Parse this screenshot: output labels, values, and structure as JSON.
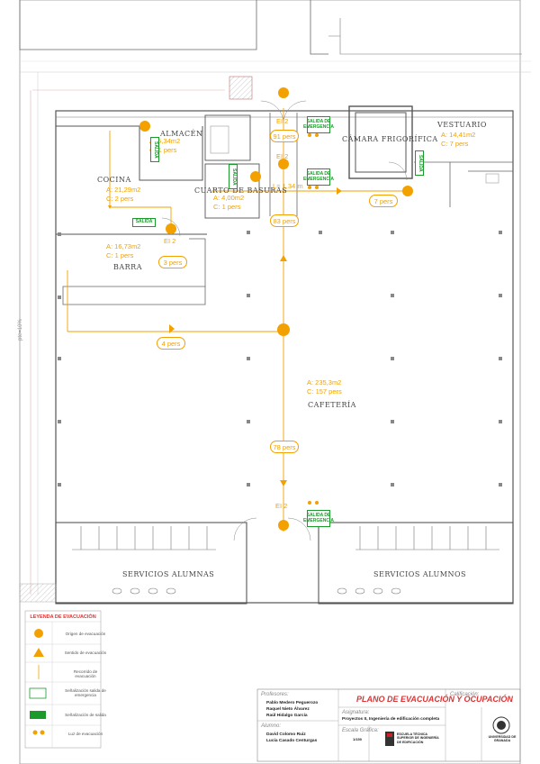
{
  "rooms": {
    "almacen": "ALMACÉN",
    "cocina": "COCINA",
    "cuarto_basuras": "CUARTO DE BASURAS",
    "camara": "CÁMARA FRIGORÍFICA",
    "vestuario": "VESTUARIO",
    "barra": "BARRA",
    "cafeteria": "CAFETERÍA",
    "servicios_left": "SERVICIOS ALUMNAS",
    "servicios_right": "SERVICIOS ALUMNOS"
  },
  "areas": {
    "almacen": [
      "A: 5,34m2",
      "C: 1 pers"
    ],
    "cocina": [
      "A: 21,29m2",
      "C: 2 pers"
    ],
    "basuras": [
      "A: 4,00m2",
      "C: 1 pers"
    ],
    "vestuario": [
      "A: 14,41m2",
      "C: 7 pers"
    ],
    "barra": [
      "A: 16,73m2",
      "C: 1 pers"
    ],
    "cafeteria": [
      "A: 235,3m2",
      "C: 157 pers"
    ]
  },
  "flows": {
    "p91": "91 pers",
    "p83": "83 pers",
    "p7": "7 pers",
    "p3": "3 pers",
    "p4": "4 pers",
    "p78": "78 pers"
  },
  "exits": {
    "ei2_top": "EI 2",
    "ei2_mid": "EI 2",
    "ei2_cocina": "EI 2",
    "ei2_bottom": "EI 2",
    "length": "L= 1,34 m"
  },
  "signs": {
    "salida": "SALIDA",
    "salida_emergencia_1": "SALIDA DE",
    "salida_emergencia_2": "EMERGENCIA"
  },
  "side_label": "pte=10%",
  "legend": {
    "title": "LEYENDA DE EVACUACIÓN",
    "items": [
      "Origen de evacuación",
      "Sentido de evacuación",
      "Recorrido de evacuación",
      "Señalización salida de emergencia",
      "Señalización de salida",
      "Luz de evacuación"
    ]
  },
  "title_block": {
    "profesores_label": "Profesores:",
    "profesores": [
      "Pablo Medero Peguerozo",
      "Raquel Nieto Álvarez",
      "Raúl Hidalgo García"
    ],
    "alumno_label": "Alumno:",
    "alumnos": [
      "David Colomo Ruiz",
      "Lucía Casado Centurgas"
    ],
    "title": "PLANO DE EVACUACIÓN Y OCUPACIÓN",
    "asignatura_label": "Asignatura:",
    "asignatura": "Proyectos II, Ingeniería de edificación completa",
    "escala_label": "Escala Gráfica:",
    "escala_value": "1/150",
    "calificacion_label": "Calificación:",
    "escuela": "ESCUELA TÉCNICA SUPERIOR DE INGENIERÍA DE EDIFICACIÓN",
    "universidad": "UNIVERSIDAD DE GRANADA"
  },
  "colors": {
    "evac": "#f2a100",
    "signal": "#1a9a2a",
    "title": "#d33333"
  }
}
